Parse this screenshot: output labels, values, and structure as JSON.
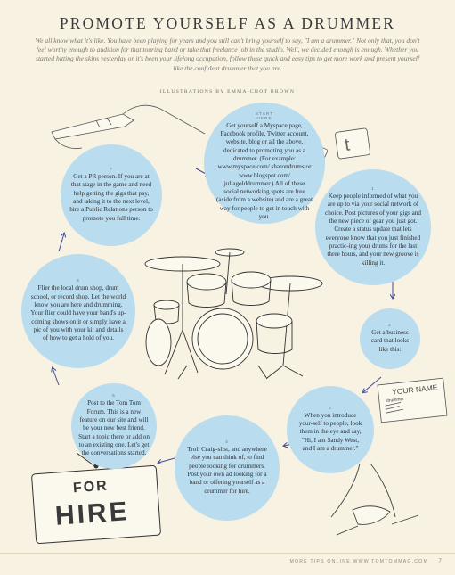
{
  "title": "PROMOTE YOURSELF AS A DRUMMER",
  "intro": "We all know what it's like. You have been playing for years and you still can't bring yourself to say, \"I am a drummer.\" Not only that, you don't feel worthy enough to audition for that touring band or take that freelance job in the studio. Well, we decided enough is enough. Whether you started hitting the skins yesterday or it's been your lifelong occupation, follow these quick and easy tips to get more work and present yourself like the confident drummer that you are.",
  "credit": "ILLUSTRATIONS BY EMMA-CHOT BROWN",
  "steps": {
    "start": {
      "num": "START HERE",
      "text": "Get yourself a Myspace page, Facebook profile, Twitter account, website, blog or all the above, dedicated to promoting you as a drummer. (For example: www.myspace.com/ sharondrums or www.blogspot.com/ juliagolddrummer.) All of these social networking spots are free (aside from a website) and are a great way for people to get in touch with you."
    },
    "s1": {
      "num": "1",
      "text": "Keep people informed of what you are up to via your social network of choice. Post pictures of your gigs and the new piece of gear you just got. Create a status update that lets everyone know that you just finished practic-ing your drums for the last three hours, and your new groove is killing it."
    },
    "s2": {
      "num": "2",
      "text": "Get a business card that looks like this:"
    },
    "s3": {
      "num": "3",
      "text": "When you introduce your-self to people, look them in the eye and say, \"Hi, I am Sandy West, and I am a drummer.\""
    },
    "s4": {
      "num": "4",
      "text": "Troll Craig-slist, and anywhere else you can think of, to find people looking for drummers. Post your own ad looking for a band or offering yourself as a drummer for hire."
    },
    "s5": {
      "num": "5",
      "text": "Post to the Tom Tom Forum. This is a new feature on our site and will be your new best friend. Start a topic there or add on to an existing one. Let's get the conversations started."
    },
    "s6": {
      "num": "6",
      "text": "Flier the local drum shop, drum school, or record shop. Let the world know you are here and drumming. Your flier could have your band's up-coming shows on it or simply have a pic of you with your kit and details of how to get a hold of you."
    },
    "s7": {
      "num": "7",
      "text": "Get a PR person. If you are at that stage in the game and need help getting the gigs that pay, and taking it to the next level, hire a Public Relations person to promote you full time."
    }
  },
  "sign": {
    "line1": "FOR",
    "line2": "HIRE"
  },
  "card": {
    "name": "YOUR NAME",
    "role": "drummer"
  },
  "footer": "MORE TIPS ONLINE WWW.TOMTOMMAG.COM",
  "page_number": "7",
  "colors": {
    "bubble": "#b9dcef",
    "arrow": "#3f4b9c",
    "background": "#f8f2e2"
  }
}
